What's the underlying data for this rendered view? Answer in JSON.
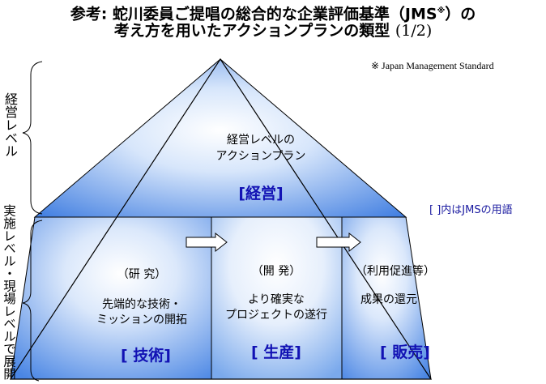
{
  "header": {
    "title_line1": "参考: 蛇川委員ご提唱の総合的な企業評価基準（JMS",
    "title_sup": "※",
    "title_line1_end": "）の",
    "title_line2_main": "考え方を用いたアクションプランの類型",
    "title_line2_suffix": "(1/2)"
  },
  "note": "※ Japan Management Standard",
  "legend_note": "[ ]内はJMSの用語",
  "side_labels": {
    "management": "経営レベル",
    "field": "実施レベル・現場レベルで展開"
  },
  "pyramid": {
    "top": {
      "line1": "経営レベルの",
      "line2": "アクションプラン",
      "jms": "[経営]"
    },
    "sections": [
      {
        "category": "（研  究）",
        "line1": "先端的な技術・",
        "line2": "ミッションの開拓",
        "jms": "[ 技術]"
      },
      {
        "category": "（開  発）",
        "line1": "より確実な",
        "line2": "プロジェクトの遂行",
        "jms": "[ 生産]"
      },
      {
        "category": "（利用促進等）",
        "line1": "成果の還元",
        "line2": "",
        "jms": "[ 販売]"
      }
    ]
  },
  "colors": {
    "fill_light": "#ffffff",
    "fill_dark": "#3c7be0",
    "jms_text": "#1212b4"
  }
}
